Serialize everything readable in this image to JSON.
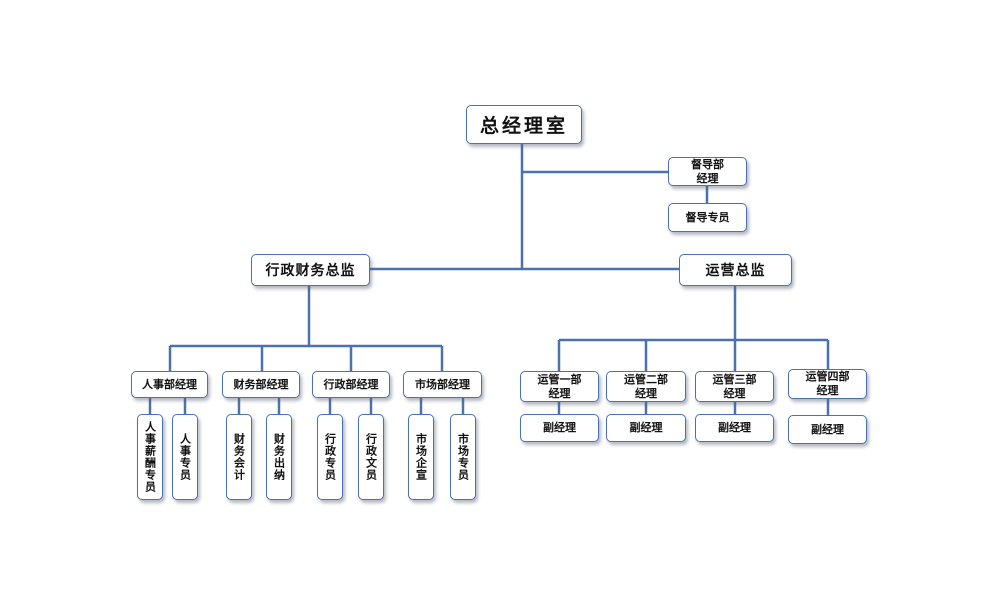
{
  "diagram": {
    "root": "总经理室",
    "supervision": {
      "manager": "督导部\n经理",
      "specialist": "督导专员"
    },
    "admin_finance": {
      "director": "行政财务总监",
      "departments": [
        {
          "manager": "人事部经理",
          "staff": [
            "人事薪酬专员",
            "人事专员"
          ]
        },
        {
          "manager": "财务部经理",
          "staff": [
            "财务会计",
            "财务出纳"
          ]
        },
        {
          "manager": "行政部经理",
          "staff": [
            "行政专员",
            "行政文员"
          ]
        },
        {
          "manager": "市场部经理",
          "staff": [
            "市场企宣",
            "市场专员"
          ]
        }
      ]
    },
    "operations": {
      "director": "运营总监",
      "departments": [
        {
          "manager": "运管一部\n经理",
          "deputy": "副经理"
        },
        {
          "manager": "运管二部\n经理",
          "deputy": "副经理"
        },
        {
          "manager": "运管三部\n经理",
          "deputy": "副经理"
        },
        {
          "manager": "运管四部\n经理",
          "deputy": "副经理"
        }
      ]
    }
  },
  "colors": {
    "line": "#4a72b3",
    "border": "#4a72b3",
    "text": "#111111"
  }
}
